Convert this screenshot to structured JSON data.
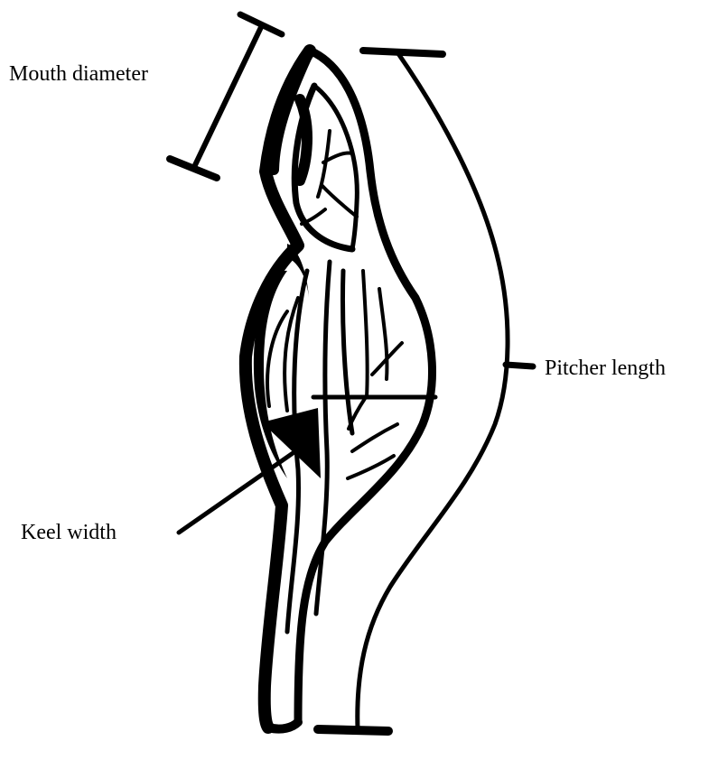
{
  "labels": {
    "mouth_diameter": "Mouth diameter",
    "pitcher_length": "Pitcher length",
    "keel_width": "Keel width"
  },
  "colors": {
    "ink": "#000000",
    "background": "#ffffff"
  }
}
